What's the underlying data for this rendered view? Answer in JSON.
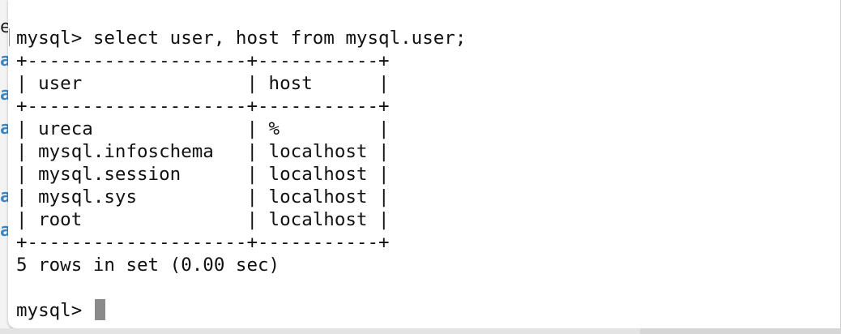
{
  "left_edge": {
    "glyphs": [
      "e",
      "a",
      "a",
      "a",
      "a",
      "a"
    ]
  },
  "terminal": {
    "lines": [
      "mysql> select user, host from mysql.user;",
      "+--------------------+-----------+",
      "| user               | host      |",
      "+--------------------+-----------+",
      "| ureca              | %         |",
      "| mysql.infoschema   | localhost |",
      "| mysql.session      | localhost |",
      "| mysql.sys          | localhost |",
      "| root               | localhost |",
      "+--------------------+-----------+",
      "5 rows in set (0.00 sec)",
      "",
      "mysql> "
    ],
    "table": {
      "columns": [
        "user",
        "host"
      ],
      "rows": [
        [
          "ureca",
          "%"
        ],
        [
          "mysql.infoschema",
          "localhost"
        ],
        [
          "mysql.session",
          "localhost"
        ],
        [
          "mysql.sys",
          "localhost"
        ],
        [
          "root",
          "localhost"
        ]
      ]
    }
  }
}
